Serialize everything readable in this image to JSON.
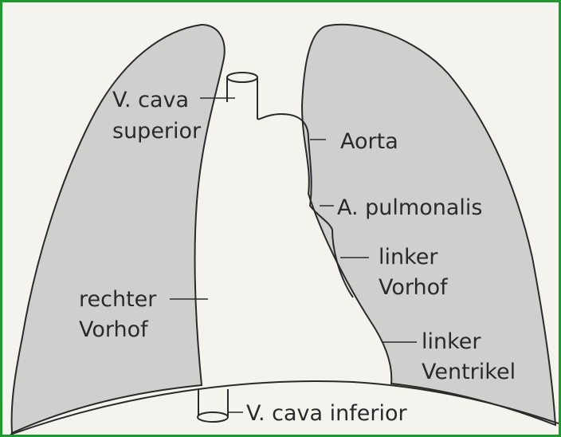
{
  "labels": {
    "v_cava_superior_1": "V. cava",
    "v_cava_superior_2": "superior",
    "aorta": "Aorta",
    "a_pulmonalis": "A. pulmonalis",
    "linker_vorhof_1": "linker",
    "linker_vorhof_2": "Vorhof",
    "rechter_vorhof_1": "rechter",
    "rechter_vorhof_2": "Vorhof",
    "linker_ventrikel_1": "linker",
    "linker_ventrikel_2": "Ventrikel",
    "v_cava_inferior": "V. cava inferior"
  },
  "colors": {
    "frame": "#1e9a2c",
    "paper": "#f4f3ee",
    "lung_fill": "#cfcfcd",
    "ink": "#2a2a2a"
  }
}
